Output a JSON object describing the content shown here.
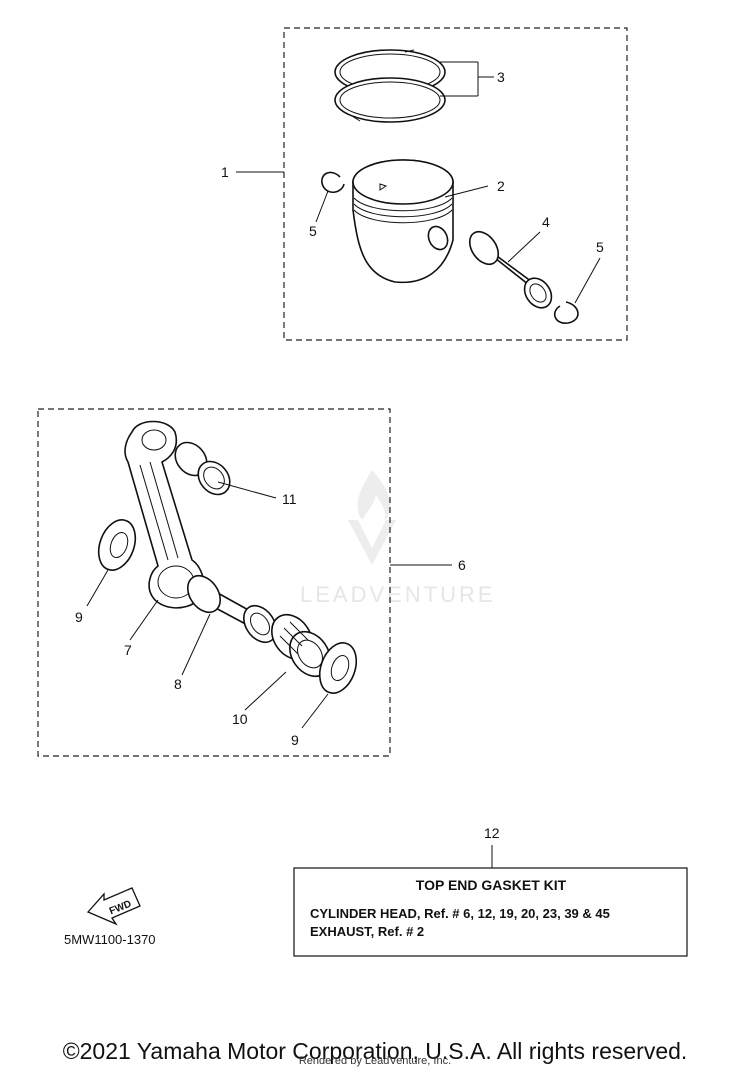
{
  "callouts": {
    "c1": "1",
    "c2": "2",
    "c3": "3",
    "c4": "4",
    "c5a": "5",
    "c5b": "5",
    "c6": "6",
    "c7": "7",
    "c8": "8",
    "c9a": "9",
    "c9b": "9",
    "c10": "10",
    "c11": "11",
    "c12": "12"
  },
  "note": {
    "title": "TOP END GASKET KIT",
    "line1": "CYLINDER HEAD, Ref. # 6, 12, 19, 20, 23, 39 & 45",
    "line2": "EXHAUST, Ref. # 2"
  },
  "fwd_label": "FWD",
  "diagram_code": "5MW1100-1370",
  "watermark": "LEADVENTURE",
  "copyright": "©2021 Yamaha Motor Corporation, U.S.A. All rights reserved.",
  "rendered_by": "Rendered by LeadVenture, Inc."
}
